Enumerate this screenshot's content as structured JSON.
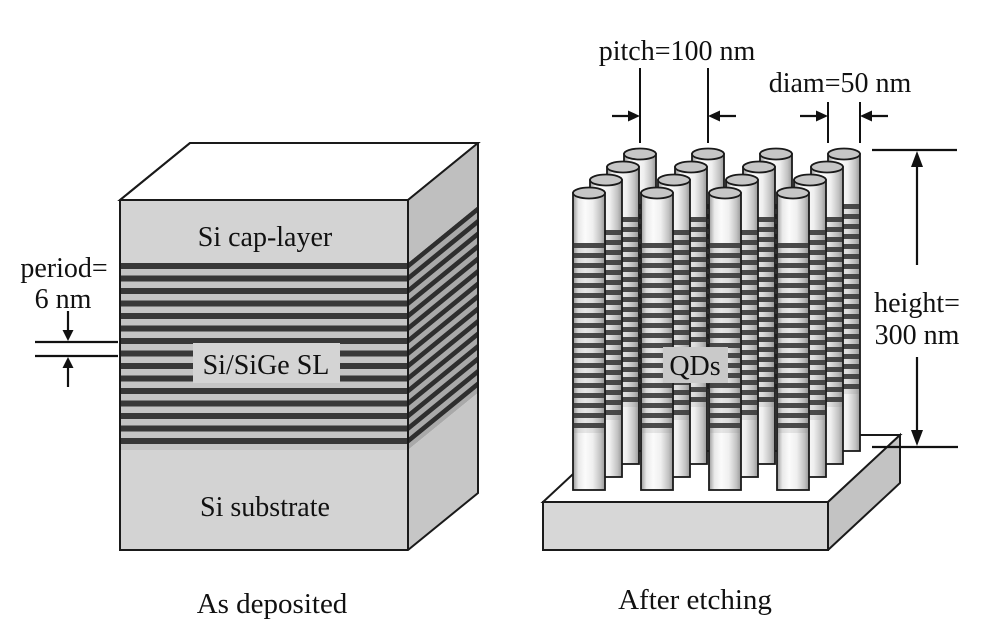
{
  "left_panel": {
    "caption": "As deposited",
    "period_line1": "period=",
    "period_line2": "6 nm",
    "cap_layer": "Si cap-layer",
    "superlattice": "Si/SiGe SL",
    "substrate": "Si substrate"
  },
  "right_panel": {
    "caption": "After etching",
    "pitch": "pitch=100 nm",
    "diam": "diam=50 nm",
    "height_line1": "height=",
    "height_line2": "300 nm",
    "qds": "QDs"
  },
  "palette": {
    "background": "#ffffff",
    "ink": "#111111",
    "top_face": "#f1f1f1",
    "front_face": "#d3d3d3",
    "side_face": "#bfbfbf",
    "stripe_dark": "#383838",
    "stripe_light": "#c5c5c5",
    "side_stripe_dark": "#2e2e2e",
    "side_stripe_light": "#a9a9a9",
    "pillar_highlight": "#fbfbfb",
    "label_box": "#d4d4d4",
    "qds_box": "#c9c9c9",
    "slab_top": "#eeeeee",
    "slab_front": "#d7d7d7",
    "slab_side": "#c3c3c3"
  }
}
